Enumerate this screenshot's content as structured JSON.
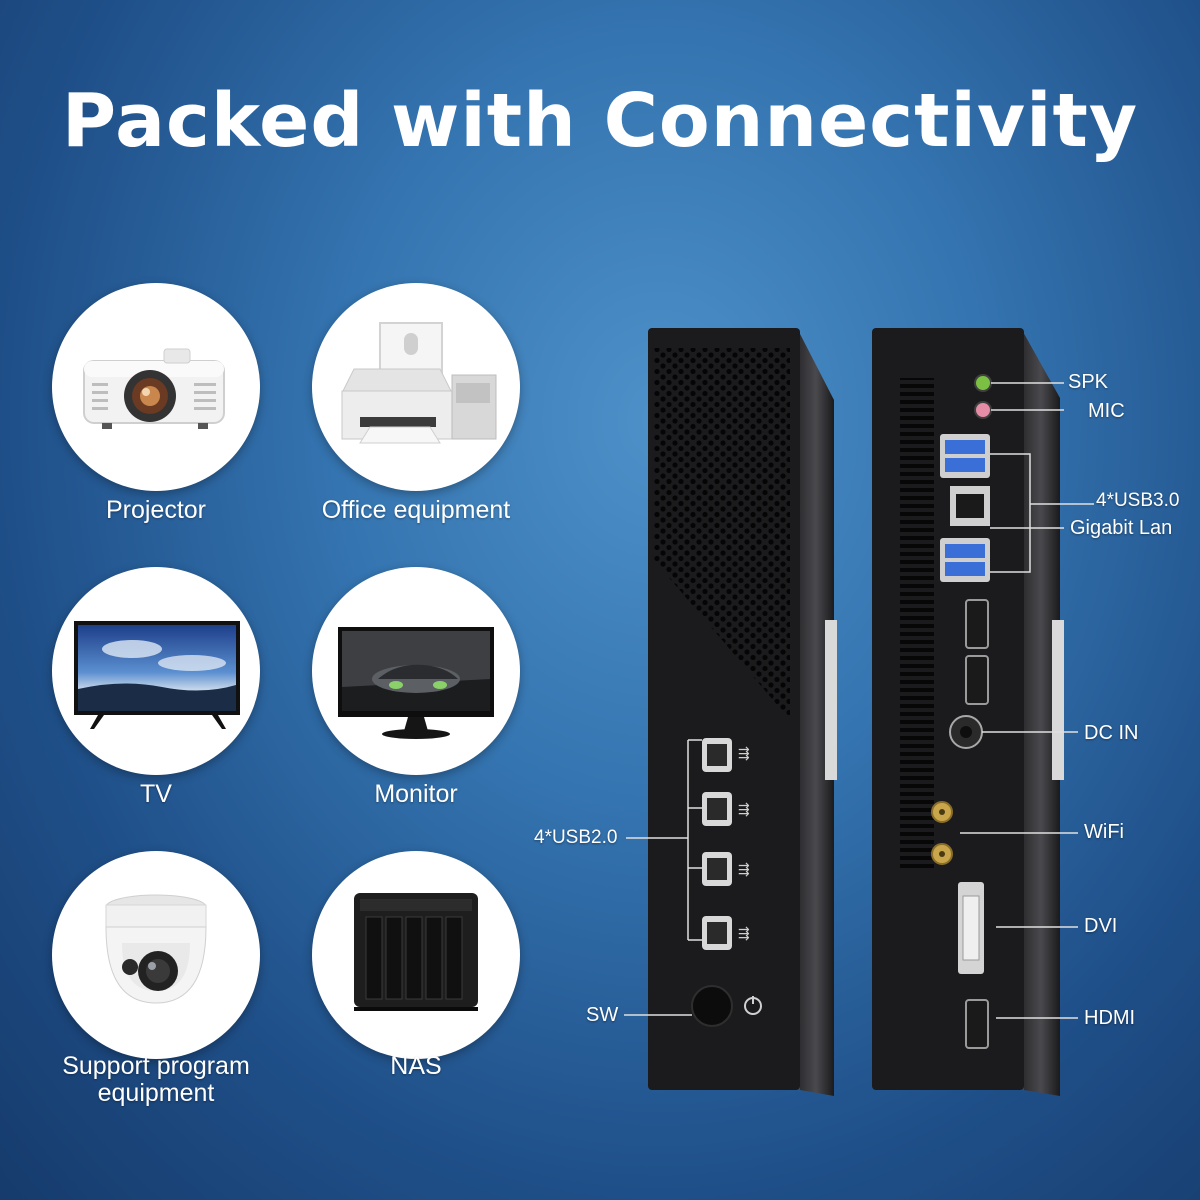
{
  "headline": "Packed with Connectivity",
  "devices": [
    {
      "label": "Projector",
      "icon": "projector-icon"
    },
    {
      "label": "Office equipment",
      "icon": "printer-icon"
    },
    {
      "label": "TV",
      "icon": "tv-icon"
    },
    {
      "label": "Monitor",
      "icon": "monitor-icon"
    },
    {
      "label": "Support program equipment",
      "icon": "security-camera-icon"
    },
    {
      "label": "NAS",
      "icon": "nas-icon"
    }
  ],
  "front_ports": {
    "usb2": "4*USB2.0",
    "switch": "SW"
  },
  "rear_ports": {
    "spk": "SPK",
    "mic": "MIC",
    "usb3": "4*USB3.0",
    "lan": "Gigabit Lan",
    "dcin": "DC IN",
    "wifi": "WiFi",
    "dvi": "DVI",
    "hdmi": "HDMI"
  },
  "colors": {
    "background": "#2f6aa8",
    "chassis": "#1b1b1d",
    "usb3_blue": "#3a6fd8",
    "label_text": "#ffffff"
  }
}
